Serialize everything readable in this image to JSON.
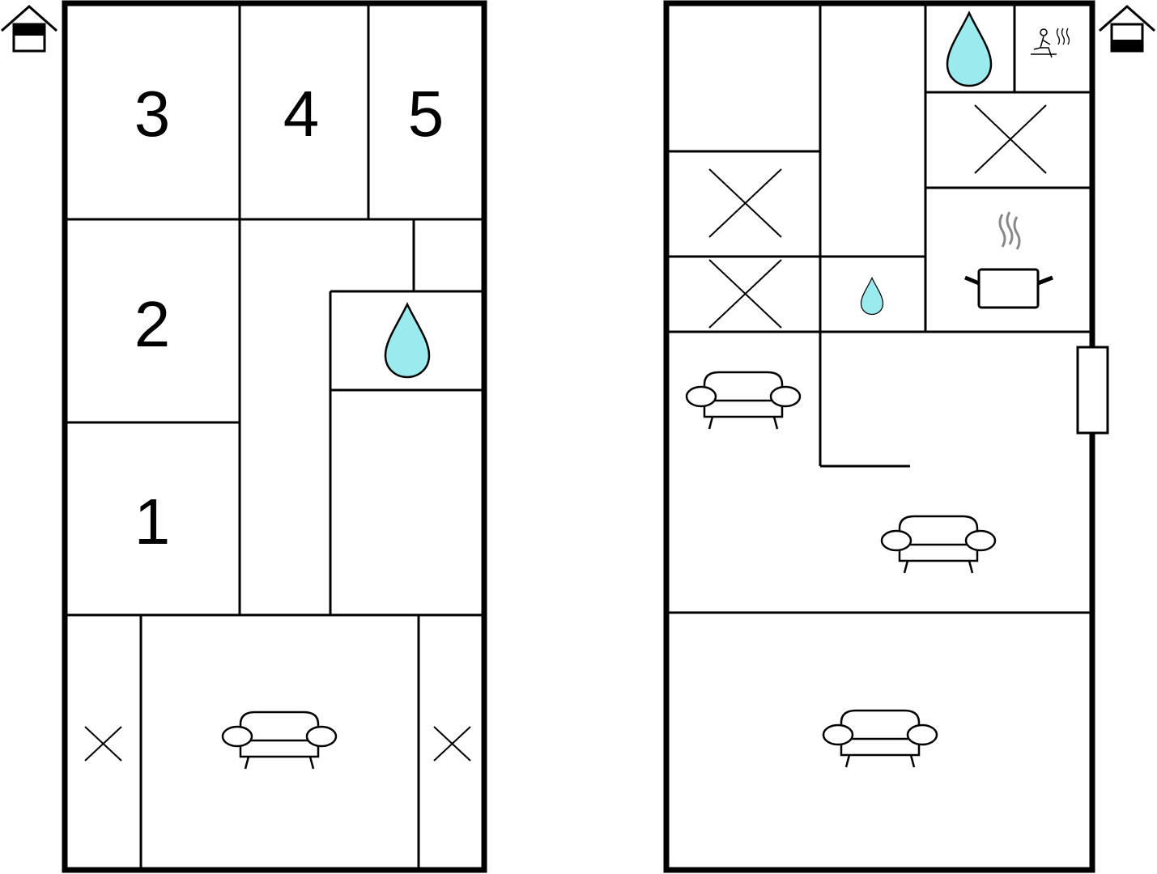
{
  "floors": [
    {
      "name": "ground-floor",
      "rooms": [
        {
          "label": "3"
        },
        {
          "label": "4"
        },
        {
          "label": "5"
        },
        {
          "label": "2"
        },
        {
          "label": "1"
        }
      ]
    },
    {
      "name": "upper-floor",
      "rooms": []
    }
  ],
  "icons": {
    "floor_indicator": "house-floor-icon",
    "bedroom": "bed-cross-icon",
    "bathroom": "water-drop-icon",
    "living": "sofa-icon",
    "kitchen": "cooking-pot-icon",
    "sauna": "sauna-icon"
  },
  "colors": {
    "water": "#9BEAEE",
    "steam": "#888888",
    "wall": "#000000",
    "background": "#FFFFFF"
  }
}
